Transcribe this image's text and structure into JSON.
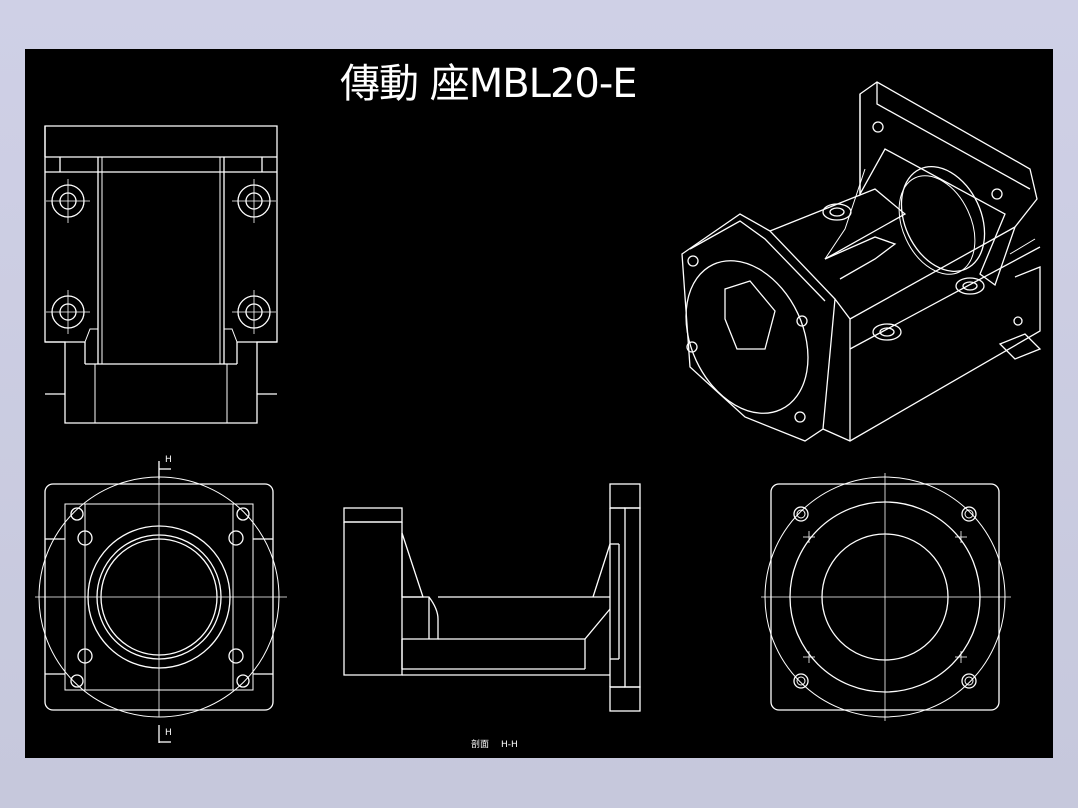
{
  "drawing": {
    "title": "傳動 座MBL20-E",
    "section_marker": "H",
    "section_caption_glyph": "剖面",
    "section_caption": "H-H"
  },
  "colors": {
    "background": "#cfd0e6",
    "sheet": "#000000",
    "line": "#ffffff"
  }
}
